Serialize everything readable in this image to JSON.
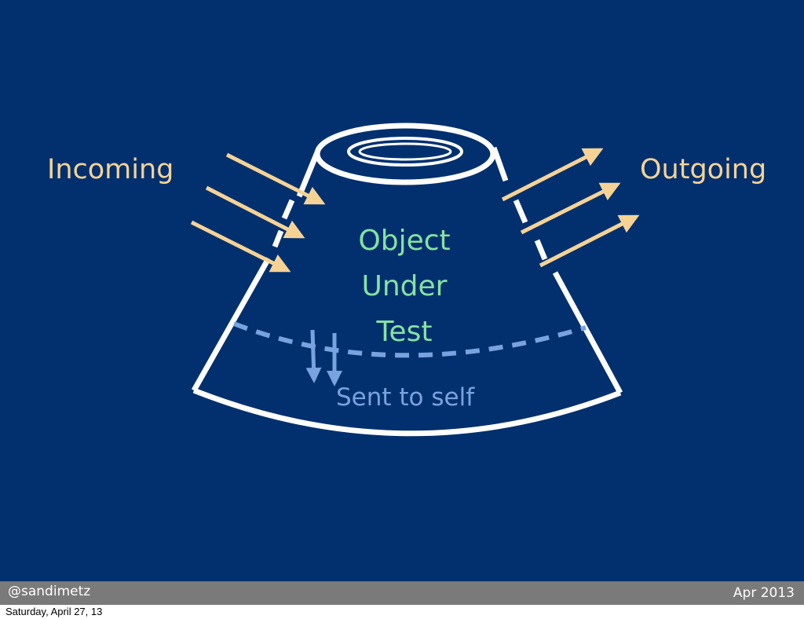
{
  "slide": {
    "incoming_label": "Incoming",
    "outgoing_label": "Outgoing",
    "object_lines": [
      "Object",
      "Under",
      "Test"
    ],
    "sent_to_self_label": "Sent to self"
  },
  "footer": {
    "handle": "@sandimetz",
    "date": "Apr 2013"
  },
  "timestamp": "Saturday, April 27, 13",
  "colors": {
    "background": "#02306e",
    "incoming_outgoing": "#f6d395",
    "object": "#86e2a0",
    "self": "#78a3e0",
    "outline": "#ffffff",
    "footer_bar": "#7a7a7a"
  },
  "icons": {
    "incoming_arrows": "arrow-right-down-icon",
    "outgoing_arrows": "arrow-right-up-icon",
    "self_arrows": "arrow-down-icon"
  }
}
